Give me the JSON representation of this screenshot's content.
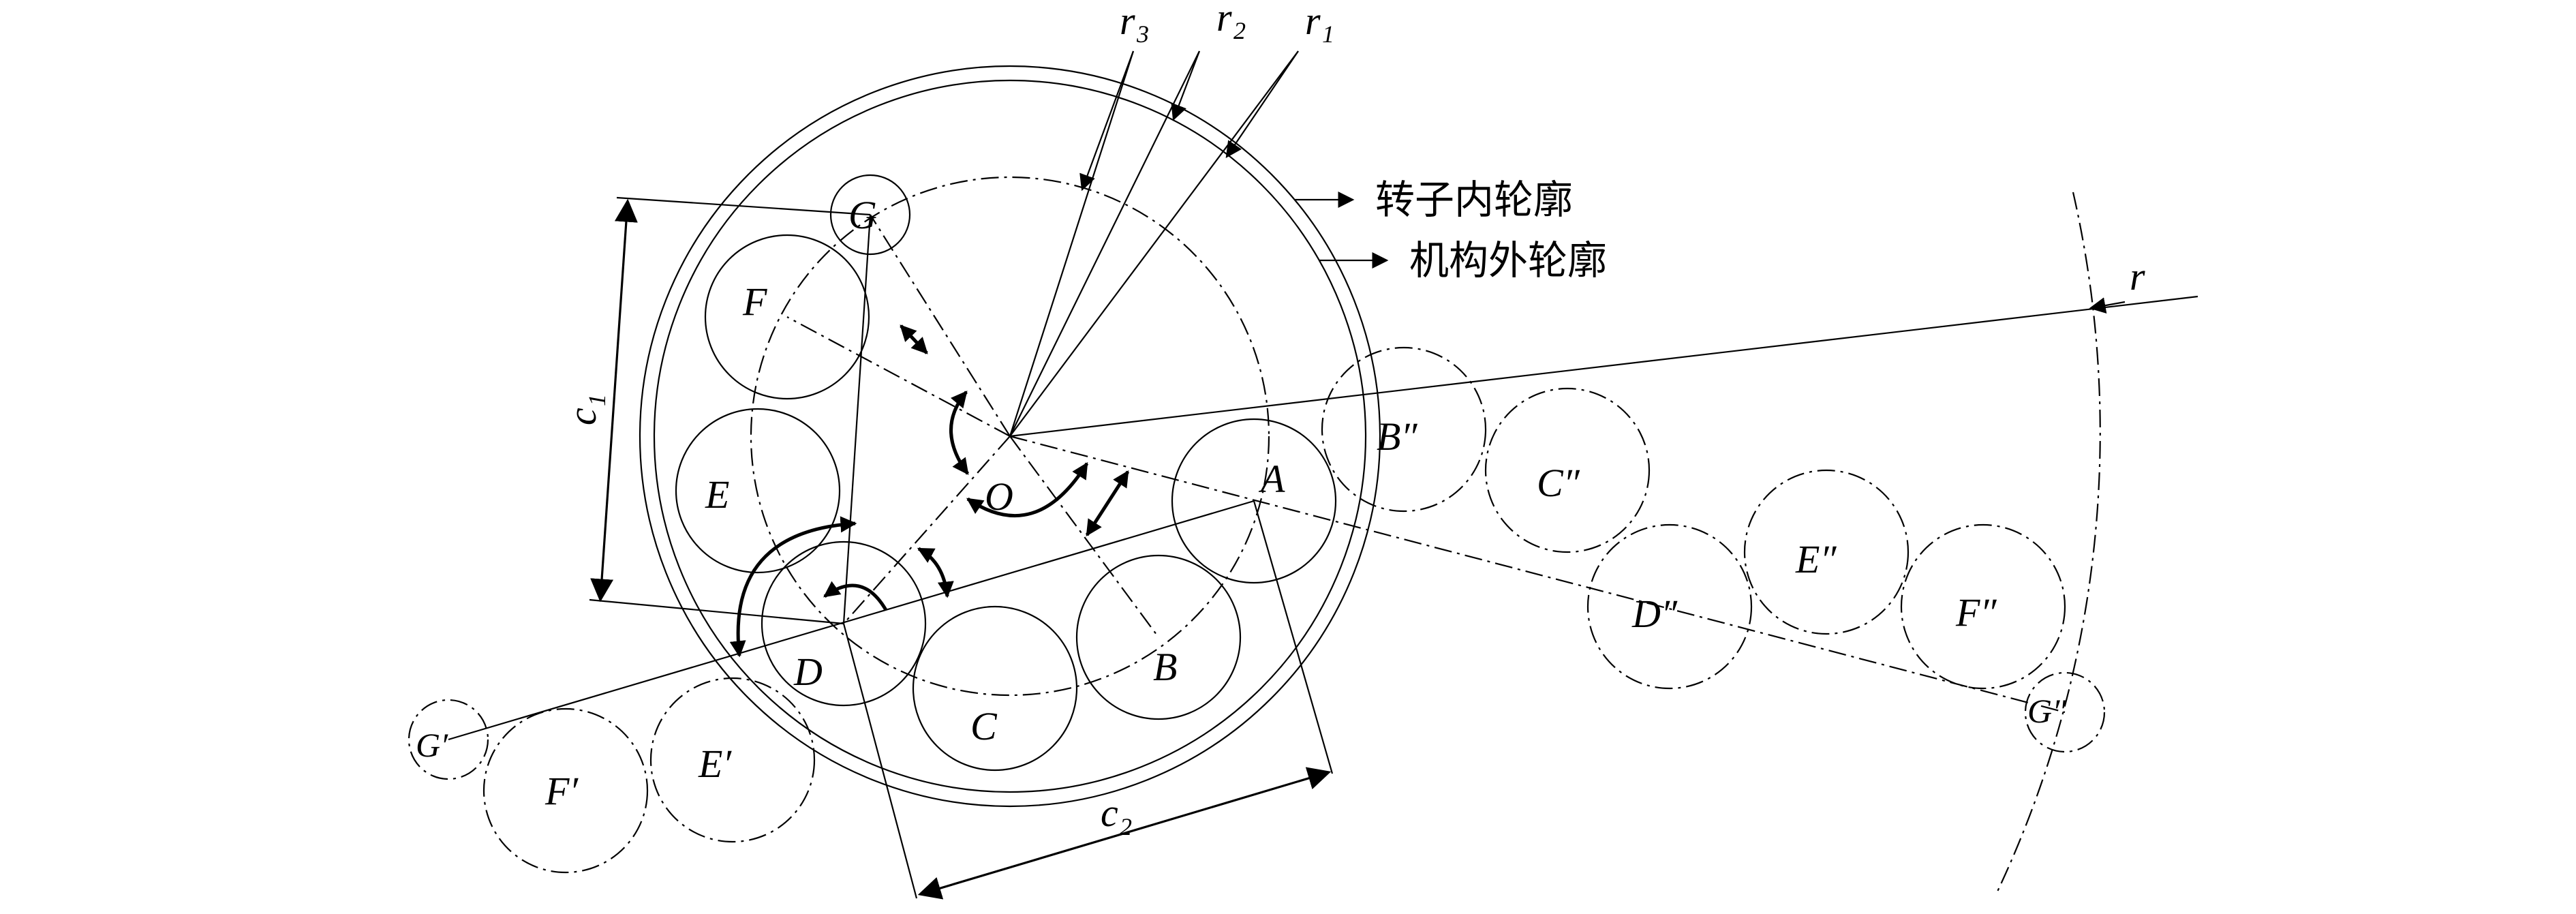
{
  "labels": {
    "O": "O",
    "A": "A",
    "B": "B",
    "C": "C",
    "D": "D",
    "E": "E",
    "F": "F",
    "G": "G",
    "B2": "B″",
    "C2": "C″",
    "D2": "D″",
    "E2": "E″",
    "F2": "F″",
    "G2": "G″",
    "E1": "E′",
    "F1": "F′",
    "G1": "G′",
    "r": "r",
    "c1": "c",
    "c1_sub": "1",
    "c2": "c",
    "c2_sub": "2",
    "r1": "r",
    "r1_sub": "1",
    "r2": "r",
    "r2_sub": "2",
    "r3": "r",
    "r3_sub": "3"
  },
  "callouts": {
    "rotor_inner": "转子内轮廓",
    "mechanism_outer": "机构外轮廓"
  }
}
